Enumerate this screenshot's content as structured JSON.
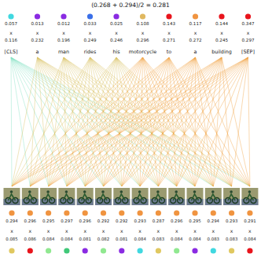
{
  "diagram": {
    "title": "(0.268 + 0.294)/2 = 0.281",
    "labels": [
      "0.057",
      "0.013",
      "0.012",
      "0.033",
      "0.025",
      "0.108",
      "0.143",
      "0.117",
      "0.144",
      "0.347",
      "x",
      "x",
      "x",
      "x",
      "x",
      "x",
      "x",
      "x",
      "x",
      "x",
      "0.116",
      "0.232",
      "0.196",
      "0.249",
      "0.246",
      "0.296",
      "0.271",
      "0.272",
      "0.245",
      "0.297",
      "[CLS]",
      "a",
      "man",
      "rides",
      "his",
      "motorcycle",
      "to",
      "a",
      "building",
      "[SEP]",
      "0.294",
      "0.296",
      "0.295",
      "0.297",
      "0.296",
      "0.292",
      "0.292",
      "0.293",
      "0.287",
      "0.296",
      "0.295",
      "0.294",
      "0.293",
      "0.291",
      "x",
      "x",
      "x",
      "x",
      "x",
      "x",
      "x",
      "x",
      "x",
      "x",
      "x",
      "x",
      "x",
      "x",
      "0.085",
      "0.086",
      "0.084",
      "0.084",
      "0.081",
      "0.082",
      "0.081",
      "0.084",
      "0.083",
      "0.084",
      "0.084",
      "0.083",
      "0.083",
      "0.084"
    ]
  }
}
